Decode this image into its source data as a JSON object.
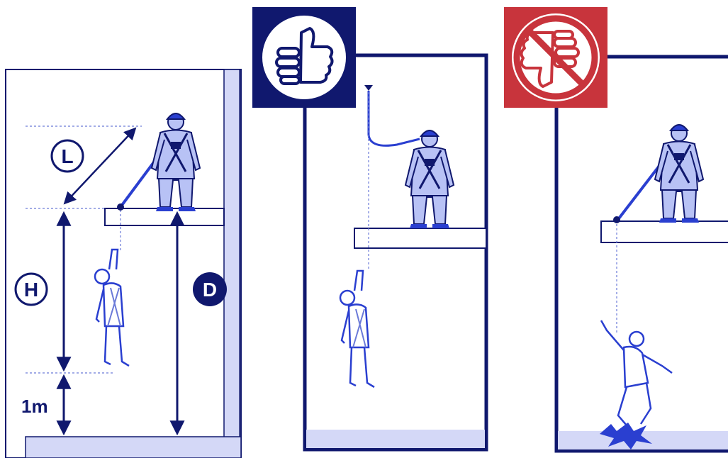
{
  "panels": {
    "clearance": {
      "labels": {
        "lanyard_length": "L",
        "free_fall_height": "H",
        "clearance_distance": "D",
        "safety_margin": "1m"
      }
    },
    "correct": {
      "badge_icon": "thumbs-up-icon"
    },
    "incorrect": {
      "badge_icon": "thumbs-down-prohibited-icon"
    }
  },
  "colors": {
    "navy": "#10186e",
    "blue": "#2a3fd0",
    "figure_fill": "#b8c2f5",
    "light_blue": "#d4d8f7",
    "red": "#c8343c",
    "dotted": "#6b7ad8"
  }
}
